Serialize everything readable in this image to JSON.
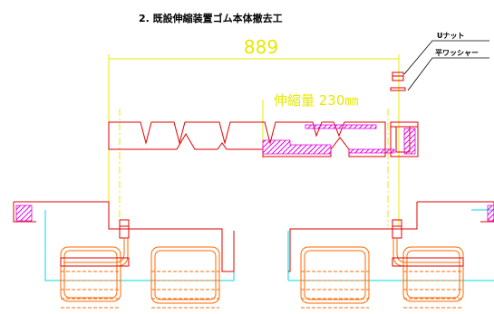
{
  "title": "2. 既設伸縮装置ゴム本体撤去工",
  "dimension_width": "889",
  "expansion_label": "伸縮量 230㎜",
  "callouts": [
    {
      "text": "Uナット"
    },
    {
      "text": "平ワッシャー"
    }
  ],
  "colors": {
    "structure": "#e00000",
    "dimension": "#e8e800",
    "rebar": "#ff6a00",
    "hatch": "#e000e0",
    "concrete": "#00d8e8",
    "annotation": "#000000"
  }
}
